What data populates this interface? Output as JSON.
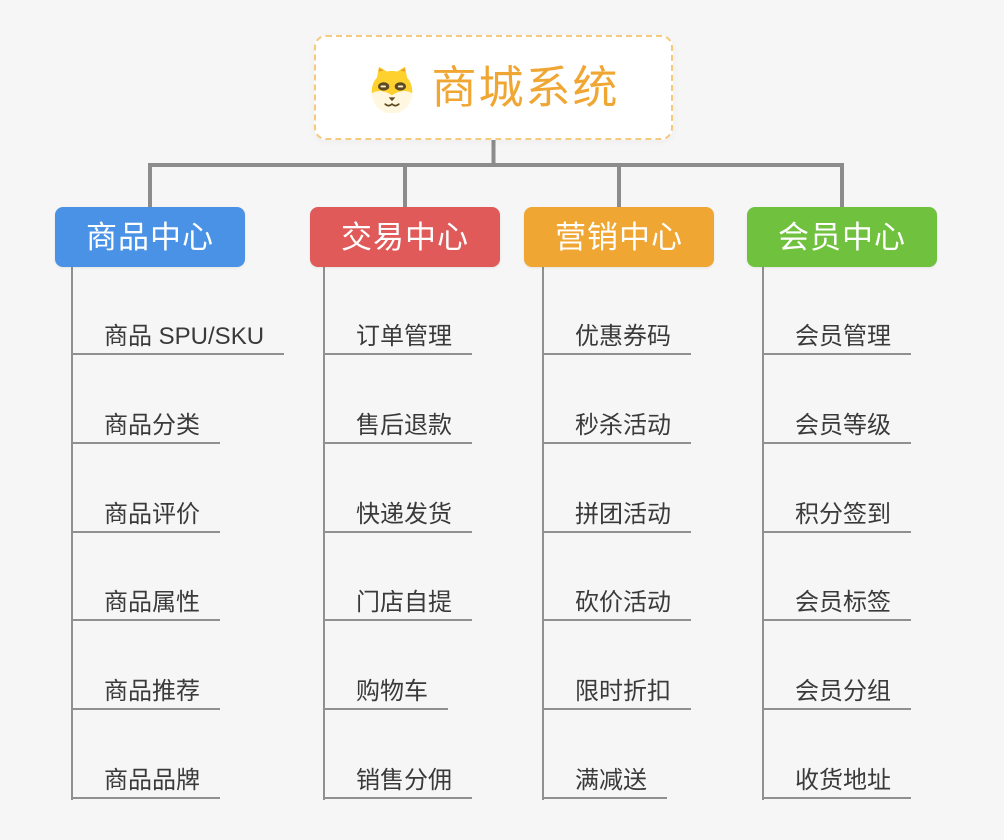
{
  "diagram": {
    "root": {
      "title": "商城系统",
      "icon": "dog-icon"
    },
    "branches": [
      {
        "label": "商品中心",
        "color": "#4A92E5",
        "items": [
          "商品 SPU/SKU",
          "商品分类",
          "商品评价",
          "商品属性",
          "商品推荐",
          "商品品牌"
        ]
      },
      {
        "label": "交易中心",
        "color": "#E05A5A",
        "items": [
          "订单管理",
          "售后退款",
          "快递发货",
          "门店自提",
          "购物车",
          "销售分佣"
        ]
      },
      {
        "label": "营销中心",
        "color": "#F0A632",
        "items": [
          "优惠券码",
          "秒杀活动",
          "拼团活动",
          "砍价活动",
          "限时折扣",
          "满减送"
        ]
      },
      {
        "label": "会员中心",
        "color": "#6FC13E",
        "items": [
          "会员管理",
          "会员等级",
          "积分签到",
          "会员标签",
          "会员分组",
          "收货地址"
        ]
      }
    ]
  },
  "colors": {
    "background": "#F6F6F6",
    "connector_line": "#8C8C8C",
    "underline": "#909090",
    "item_text": "#3A3A3A",
    "root_text": "#F0A632",
    "root_border": "#F5C97E"
  }
}
